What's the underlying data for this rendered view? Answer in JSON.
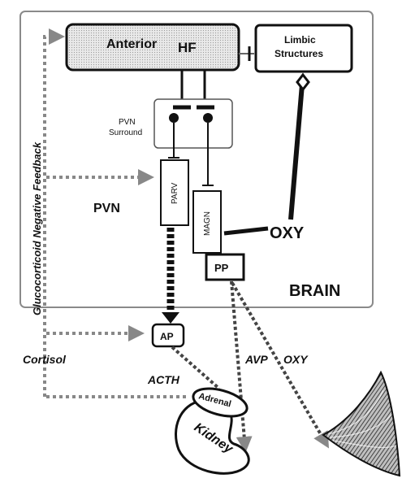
{
  "brain": {
    "label": "BRAIN"
  },
  "anterior_hf": {
    "label_left": "Anterior",
    "label_right": "HF"
  },
  "limbic": {
    "line1": "Limbic",
    "line2": "Structures"
  },
  "pvn_surround": {
    "line1": "PVN",
    "line2": "Surround"
  },
  "pvn": {
    "label": "PVN"
  },
  "parv": {
    "label": "PARV"
  },
  "magn": {
    "label": "MAGN"
  },
  "oxy_brain": {
    "label": "OXY"
  },
  "pp": {
    "label": "PP"
  },
  "ap": {
    "label": "AP"
  },
  "acth": {
    "label": "ACTH"
  },
  "avp": {
    "label": "AVP"
  },
  "oxy_out": {
    "label": "OXY"
  },
  "cortisol": {
    "label": "Cortisol"
  },
  "feedback": {
    "label": "Glucocorticoid Negative Feedback"
  },
  "adrenal": {
    "label": "Adrenal"
  },
  "kidney": {
    "label": "Kidney"
  }
}
